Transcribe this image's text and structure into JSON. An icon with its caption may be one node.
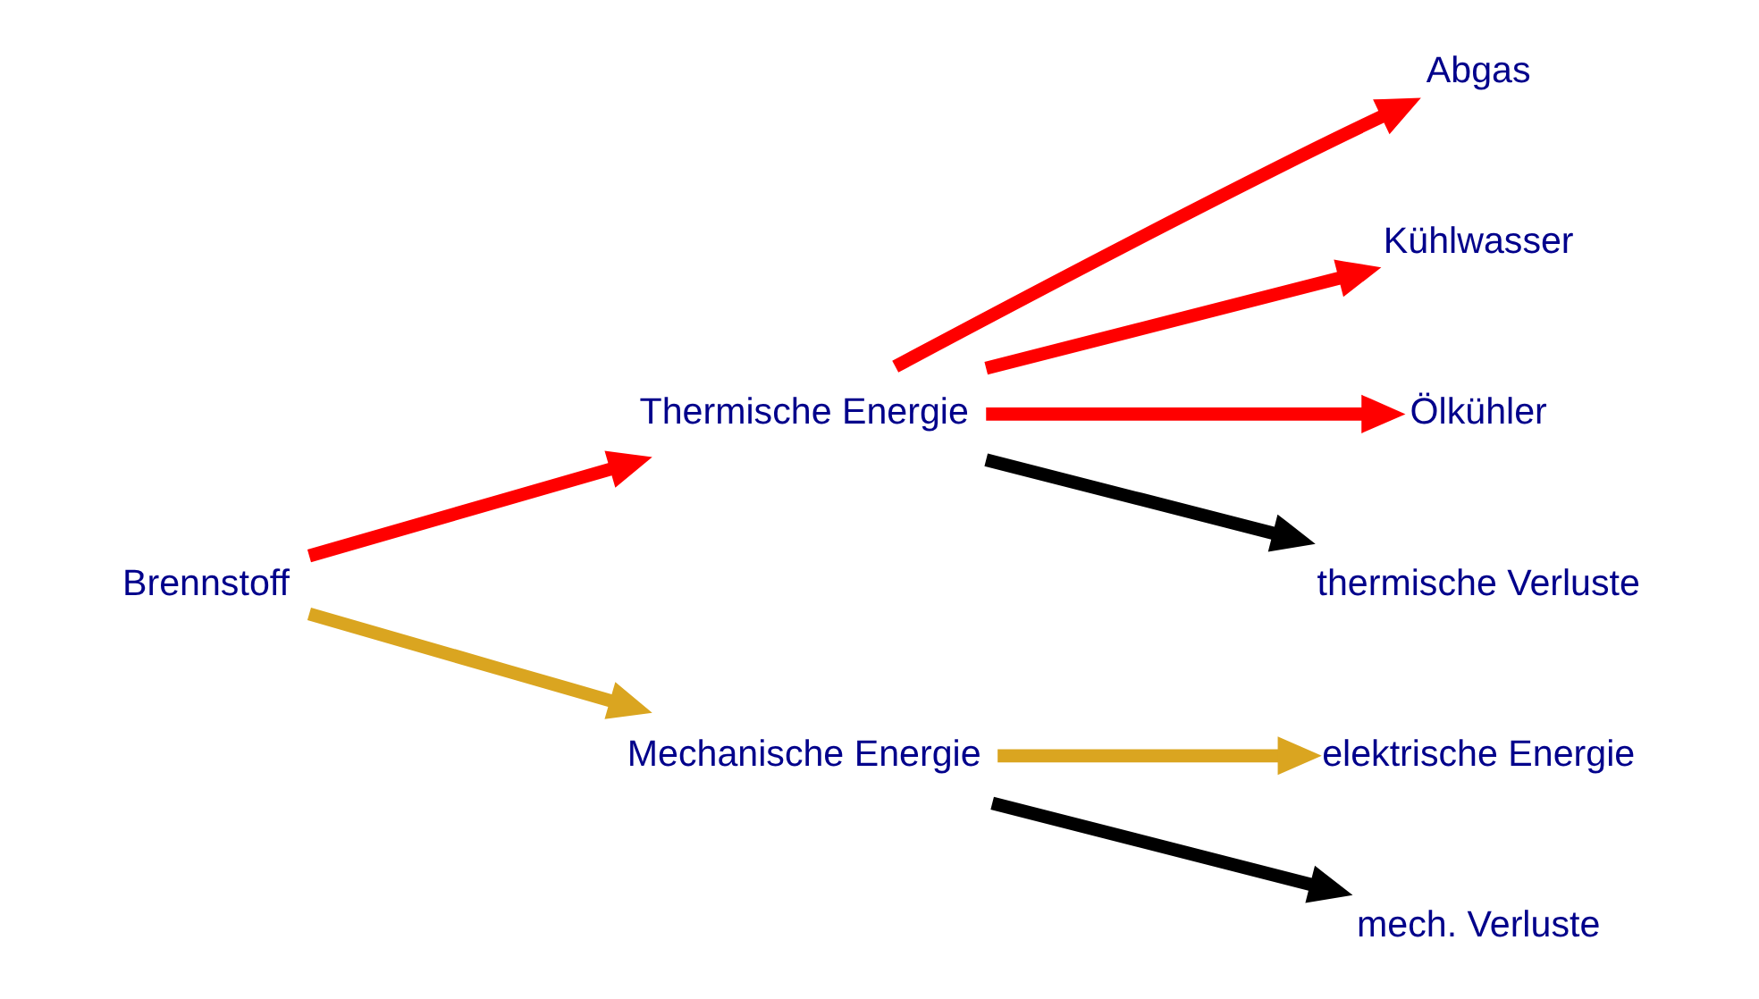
{
  "diagram": {
    "nodes": [
      {
        "text": [
          "Brennstoff"
        ]
      },
      {
        "text": [
          "Thermische Energie"
        ]
      },
      {
        "text": [
          "Mechanische Energie"
        ]
      },
      {
        "text": [
          "Abgas"
        ]
      },
      {
        "text": [
          "Kühlwasser"
        ]
      },
      {
        "text": [
          "Ölkühler"
        ]
      },
      {
        "text": [
          "thermische Verluste"
        ]
      },
      {
        "text": [
          "elektrische Energie"
        ]
      },
      {
        "text": [
          "mech. Verluste"
        ]
      }
    ],
    "edges": [
      {
        "from": 0,
        "to": 1,
        "arrow": "to",
        "color": "#ff0000"
      },
      {
        "from": 0,
        "to": 2,
        "arrow": "to",
        "color": "#daa520"
      },
      {
        "from": 1,
        "to": 3,
        "arrow": "to",
        "color": "#ff0000"
      },
      {
        "from": 1,
        "to": 4,
        "arrow": "to",
        "color": "#ff0000"
      },
      {
        "from": 1,
        "to": 5,
        "arrow": "to",
        "color": "#ff0000"
      },
      {
        "from": 1,
        "to": 6,
        "arrow": "to",
        "color": "#000000"
      },
      {
        "from": 2,
        "to": 7,
        "arrow": "to",
        "color": "#daa520"
      },
      {
        "from": 2,
        "to": 8,
        "arrow": "to",
        "color": "#000000"
      }
    ]
  }
}
